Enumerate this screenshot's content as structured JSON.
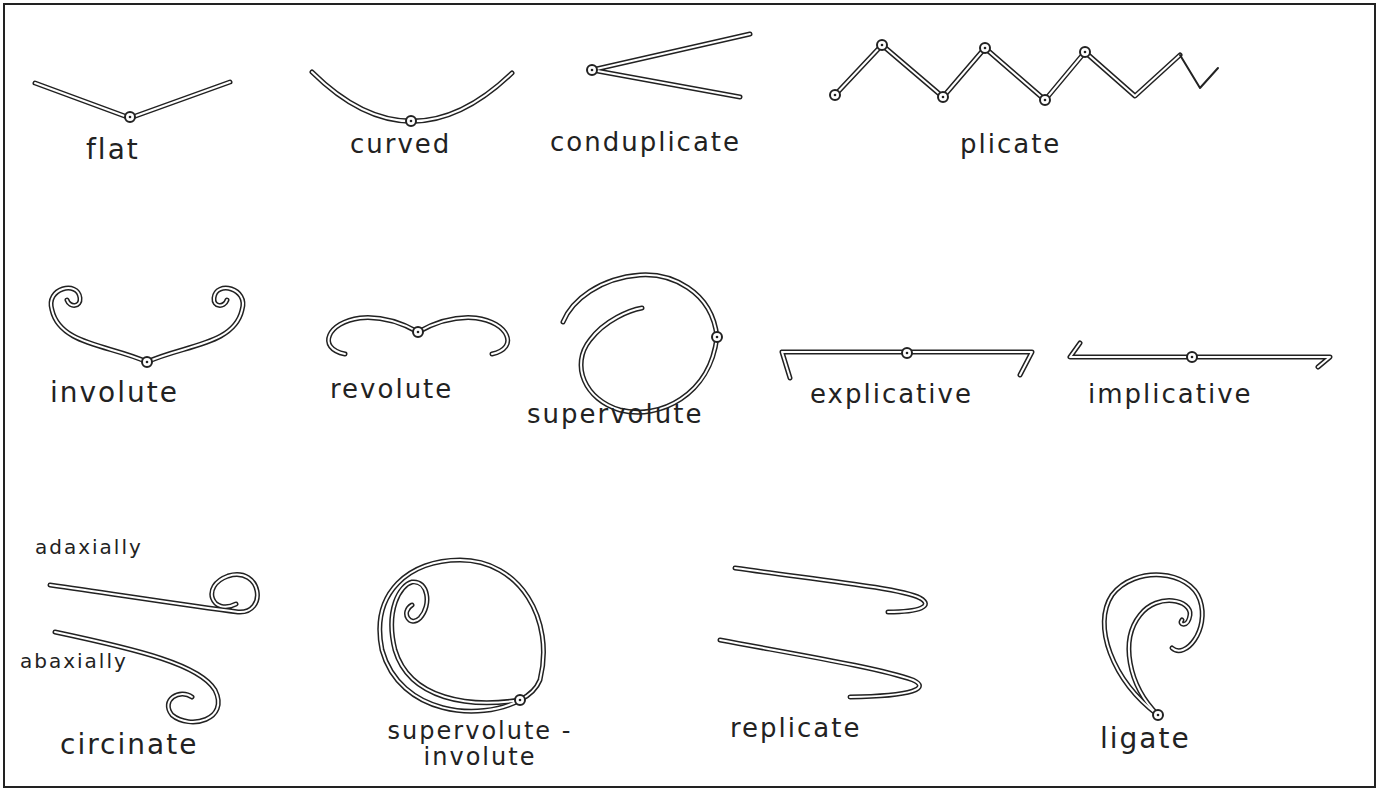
{
  "diagram": {
    "labels": [
      "flat",
      "curved",
      "conduplicate",
      "plicate",
      "involute",
      "revolute",
      "supervolute",
      "explicative",
      "implicative",
      "adaxially",
      "abaxially",
      "circinate",
      "supervolute -involute",
      "replicate",
      "ligate"
    ]
  }
}
